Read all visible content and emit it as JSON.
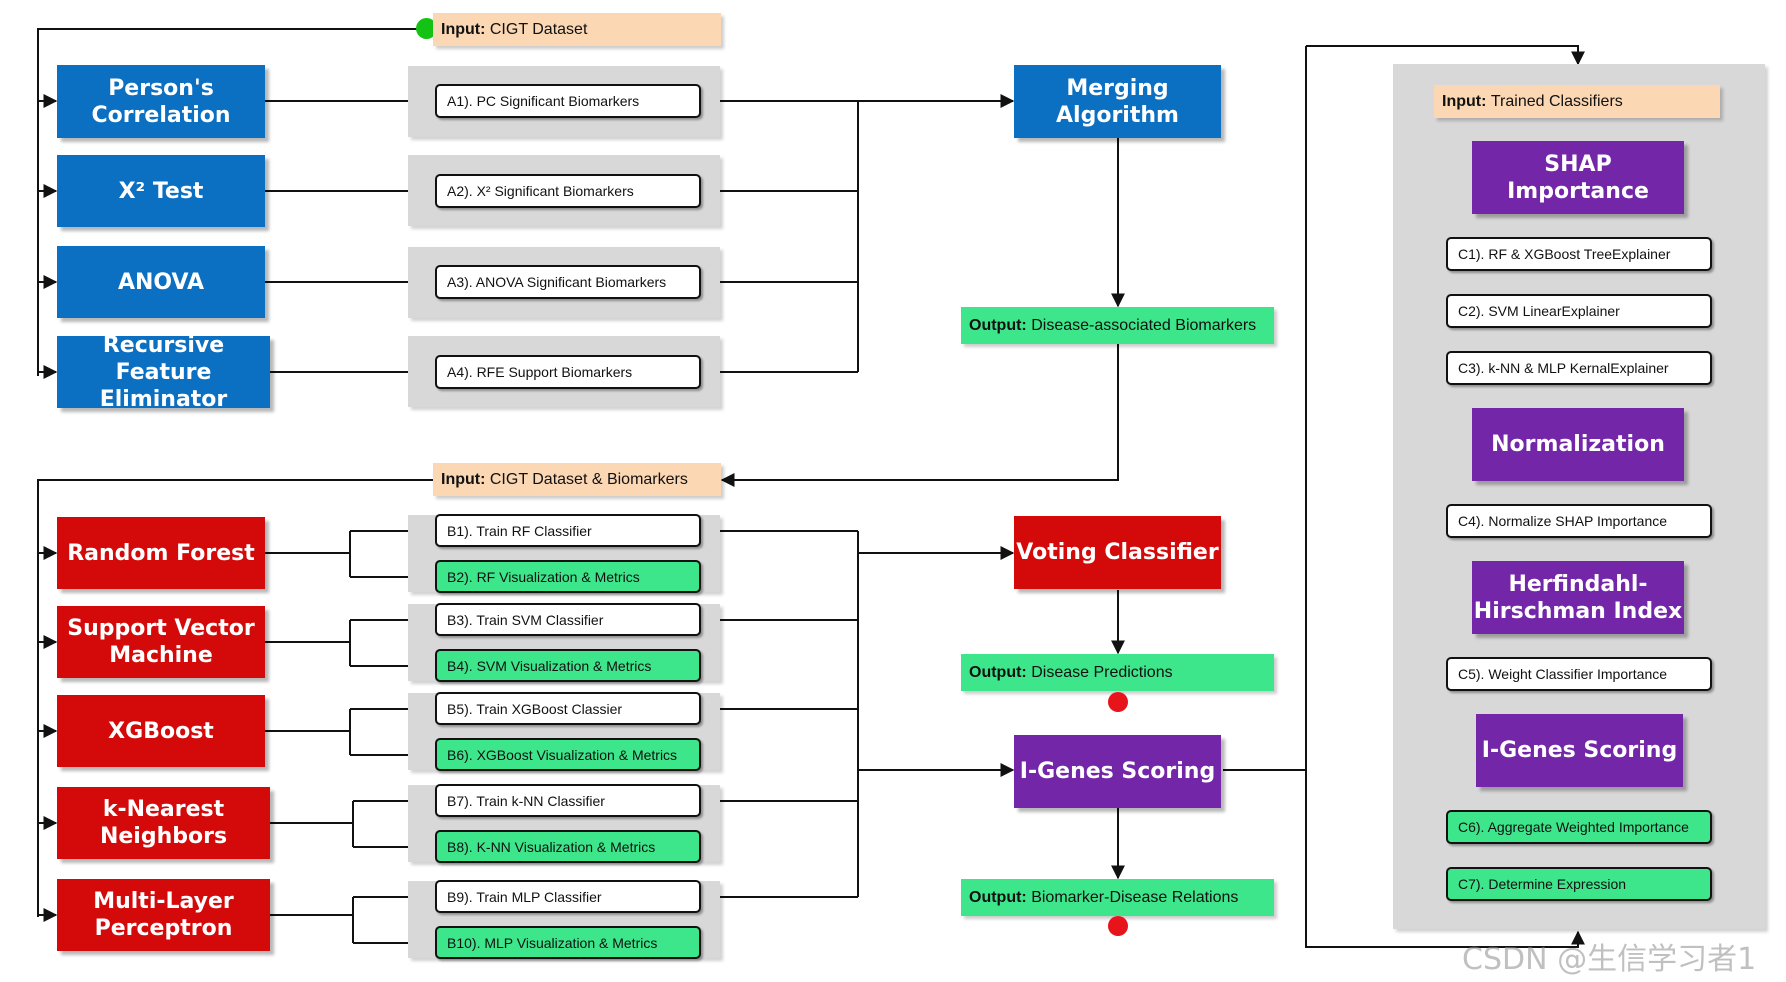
{
  "inputs": {
    "cigt": {
      "label": "Input:",
      "text": "CIGT Dataset"
    },
    "cigt_bio": {
      "label": "Input:",
      "text": "CIGT Dataset & Biomarkers"
    },
    "trained": {
      "label": "Input:",
      "text": "Trained Classifiers"
    }
  },
  "selectors": [
    {
      "name": "Person's Correlation",
      "step": "A1). PC Significant Biomarkers"
    },
    {
      "name": "X² Test",
      "step": "A2). X² Significant Biomarkers"
    },
    {
      "name": "ANOVA",
      "step": "A3). ANOVA Significant Biomarkers"
    },
    {
      "name": "Recursive Feature Eliminator",
      "step": "A4). RFE Support Biomarkers"
    }
  ],
  "merging": {
    "name": "Merging Algorithm"
  },
  "outputs": {
    "biomarkers": {
      "label": "Output:",
      "text": "Disease-associated Biomarkers"
    },
    "predictions": {
      "label": "Output:",
      "text": "Disease Predictions"
    },
    "relations": {
      "label": "Output:",
      "text": "Biomarker-Disease Relations"
    }
  },
  "classifiers": [
    {
      "name": "Random Forest",
      "train": "B1). Train RF Classifier",
      "viz": "B2). RF Visualization & Metrics"
    },
    {
      "name": "Support Vector Machine",
      "train": "B3). Train SVM Classifier",
      "viz": "B4). SVM Visualization & Metrics"
    },
    {
      "name": "XGBoost",
      "train": "B5). Train XGBoost Classier",
      "viz": "B6). XGBoost Visualization & Metrics"
    },
    {
      "name": "k-Nearest Neighbors",
      "train": "B7). Train k-NN Classifier",
      "viz": "B8). K-NN Visualization & Metrics"
    },
    {
      "name": "Multi-Layer Perceptron",
      "train": "B9). Train MLP Classifier",
      "viz": "B10). MLP Visualization & Metrics"
    }
  ],
  "voting": {
    "name": "Voting Classifier"
  },
  "igenes_main": {
    "name": "I-Genes Scoring"
  },
  "pipeline": {
    "shap": "SHAP Importance",
    "c1": "C1). RF & XGBoost TreeExplainer",
    "c2": "C2). SVM LinearExplainer",
    "c3": "C3). k-NN & MLP KernalExplainer",
    "normalization": "Normalization",
    "c4": "C4). Normalize SHAP Importance",
    "hhi": "Herfindahl-Hirschman Index",
    "c5": "C5). Weight Classifier Importance",
    "igenes": "I-Genes Scoring",
    "c6": "C6). Aggregate Weighted Importance",
    "c7": "C7). Determine Expression"
  },
  "watermark": "CSDN @生信学习者1",
  "colors": {
    "blue": "#0b6fc2",
    "red": "#d40a0a",
    "purple": "#7326a8",
    "green": "#3de68a",
    "peach": "#fbd7b3",
    "panel": "#d8d8d8"
  }
}
